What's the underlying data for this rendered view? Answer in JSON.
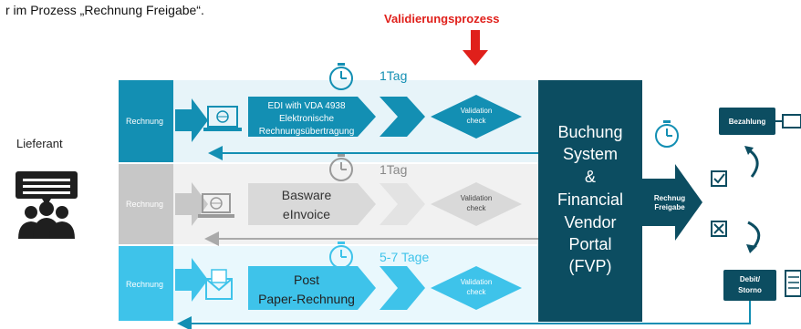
{
  "header": {
    "intro_text": "r im Prozess „Rechnung Freigabe“.",
    "validation_title": "Validierungsprozess"
  },
  "actor": {
    "label": "Lieferant"
  },
  "colors": {
    "teal": "#138fb3",
    "dark_teal": "#0e6e87",
    "gray": "#c7c7c7",
    "light_gray": "#d9d9d9",
    "light_blue": "#3ec3ea",
    "dark_panel": "#0c4d61",
    "red": "#e0201b"
  },
  "lanes": [
    {
      "label": "Rechnung",
      "duration": "1Tag",
      "channel_line1": "EDI with VDA 4938",
      "channel_line2": "Elektronische",
      "channel_line3": "Rechnungsübertragung",
      "check_line1": "Validation",
      "check_line2": "check"
    },
    {
      "label": "Rechnung",
      "duration": "1Tag",
      "channel_line1": "Basware",
      "channel_line2": "eInvoice",
      "check_line1": "Validation",
      "check_line2": "check"
    },
    {
      "label": "Rechnung",
      "duration": "5-7 Tage",
      "channel_line1": "Post",
      "channel_line2": "Paper-Rechnung",
      "check_line1": "Validation",
      "check_line2": "check"
    }
  ],
  "system": {
    "line1": "Buchung",
    "line2": "System",
    "line3": "&",
    "line4": "Financial",
    "line5": "Vendor",
    "line6": "Portal",
    "line7": "(FVP)"
  },
  "release": {
    "line1": "Rechnug",
    "line2": "Freigabe"
  },
  "outcomes": {
    "payment": "Bezahlung",
    "debit_line1": "Debit/",
    "debit_line2": "Storno"
  }
}
